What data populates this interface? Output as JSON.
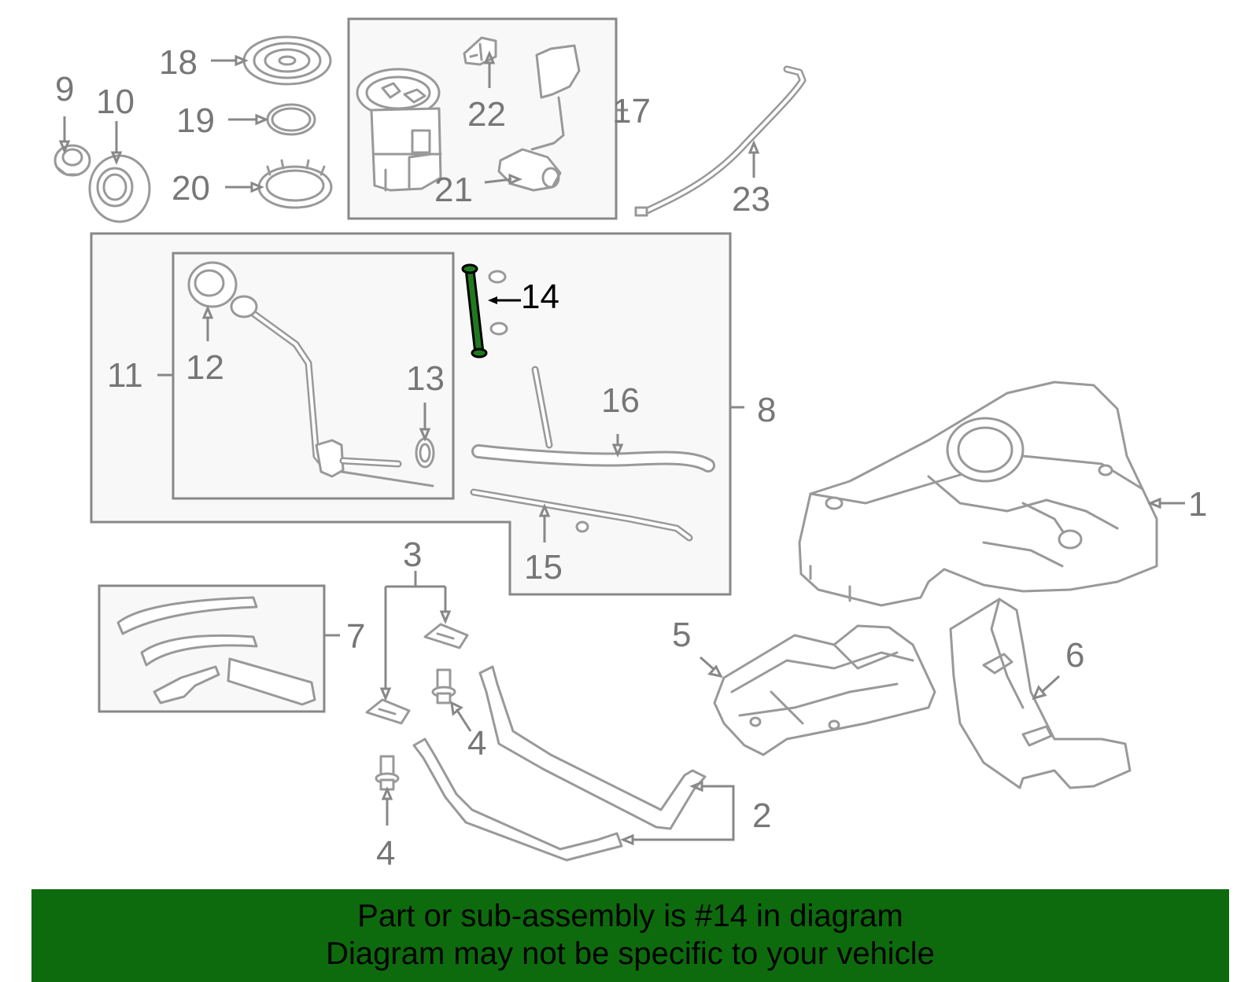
{
  "highlight": {
    "part_number": "14",
    "color": "#1f7a1f"
  },
  "labels": {
    "p1": "1",
    "p2": "2",
    "p3": "3",
    "p4a": "4",
    "p4b": "4",
    "p5": "5",
    "p6": "6",
    "p7": "7",
    "p8": "8",
    "p9": "9",
    "p10": "10",
    "p11": "11",
    "p12": "12",
    "p13": "13",
    "p14": "14",
    "p15": "15",
    "p16": "16",
    "p17": "17",
    "p18": "18",
    "p19": "19",
    "p20": "20",
    "p21": "21",
    "p22": "22",
    "p23": "23"
  },
  "banner": {
    "line1": "Part or sub-assembly is #14 in diagram",
    "line2": "Diagram may not be specific to your vehicle",
    "color": "#0d6b0d"
  }
}
